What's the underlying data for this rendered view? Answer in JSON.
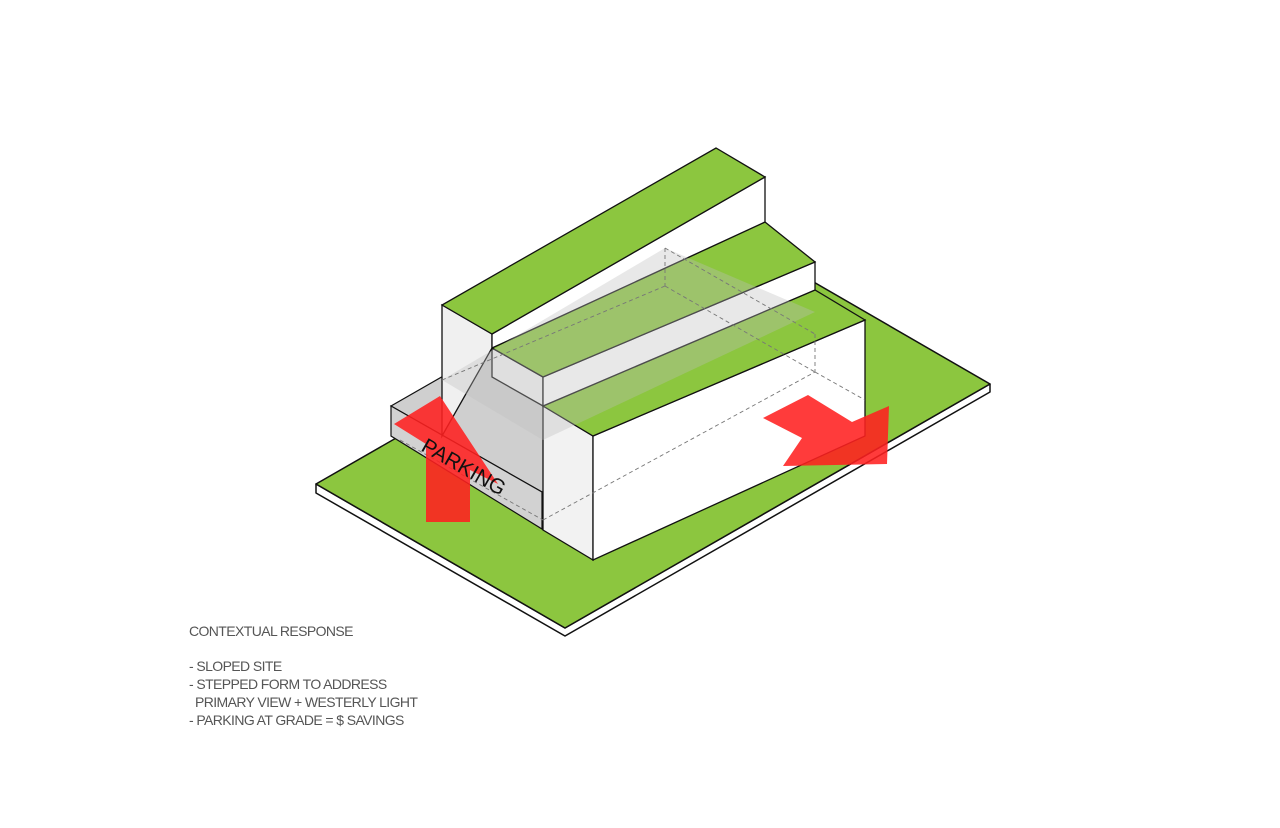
{
  "diagram": {
    "parking_label": "PARKING",
    "colors": {
      "roof_green": "#8cc63f",
      "wall_white": "#ffffff",
      "glass_grey": "#d8d8d8",
      "arrow_red": "#ff2020",
      "outline": "#111111"
    }
  },
  "notes": {
    "title": "CONTEXTUAL RESPONSE",
    "items": [
      "- SLOPED SITE",
      "- STEPPED FORM TO ADDRESS",
      "PRIMARY VIEW + WESTERLY LIGHT",
      "- PARKING AT GRADE = $ SAVINGS"
    ]
  }
}
